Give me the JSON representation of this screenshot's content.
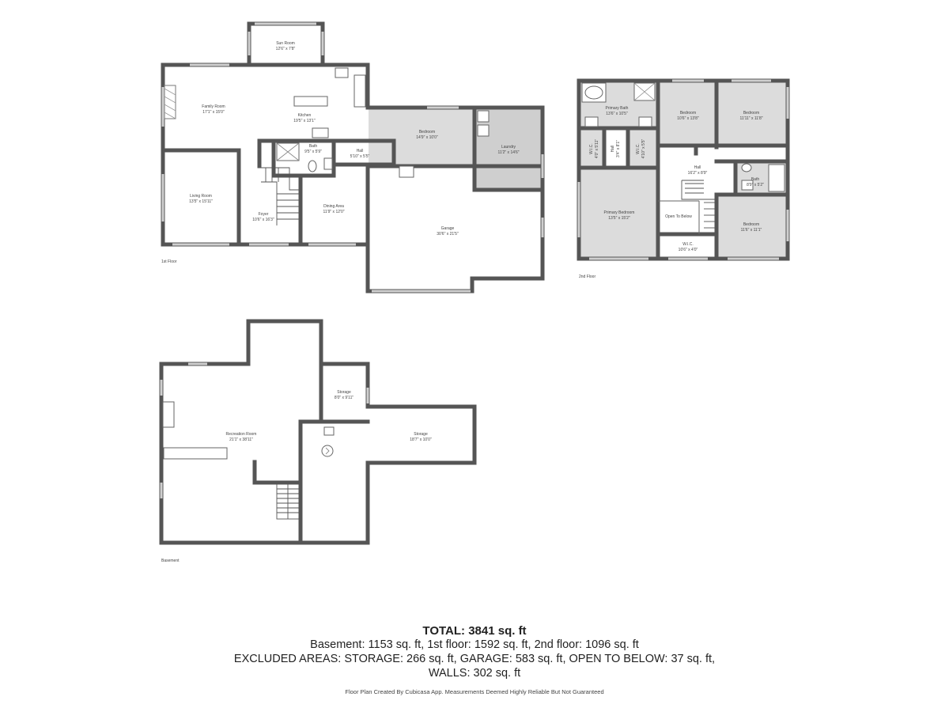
{
  "floors": {
    "first": {
      "label": "1st Floor",
      "rooms": {
        "sun_room": {
          "name": "Sun Room",
          "dims": "12'6\" x 7'8\""
        },
        "family_room": {
          "name": "Family Room",
          "dims": "17'1\" x 15'0\""
        },
        "kitchen": {
          "name": "Kitchen",
          "dims": "19'5\" x 13'1\""
        },
        "bedroom": {
          "name": "Bedroom",
          "dims": "14'9\" x 10'0\""
        },
        "laundry": {
          "name": "Laundry",
          "dims": "11'2\" x 14'6\""
        },
        "bath": {
          "name": "Bath",
          "dims": "9'5\" x 5'9\""
        },
        "hall": {
          "name": "Hall",
          "dims": "5'10\" x 5'5\""
        },
        "living_room": {
          "name": "Living Room",
          "dims": "13'5\" x 15'11\""
        },
        "foyer": {
          "name": "Foyer",
          "dims": "10'6\" x 16'3\""
        },
        "dining_area": {
          "name": "Dining Area",
          "dims": "11'9\" x 12'0\""
        },
        "garage": {
          "name": "Garage",
          "dims": "30'6\" x 21'5\""
        }
      }
    },
    "second": {
      "label": "2nd Floor",
      "rooms": {
        "primary_bath": {
          "name": "Primary Bath",
          "dims": "13'6\" x 10'5\""
        },
        "bedroom_a": {
          "name": "Bedroom",
          "dims": "10'6\" x 13'8\""
        },
        "bedroom_b": {
          "name": "Bedroom",
          "dims": "11'11\" x 11'8\""
        },
        "wic_1": {
          "name": "W.I.C.",
          "dims": "4'0\" x 5'11\""
        },
        "hall_small": {
          "name": "Hall",
          "dims": "3'4\" x 8'1\""
        },
        "wic_2": {
          "name": "W.I.C.",
          "dims": "4'10\" x 5'5\""
        },
        "hall": {
          "name": "Hall",
          "dims": "16'2\" x 8'9\""
        },
        "bath": {
          "name": "Bath",
          "dims": "8'9\" x 5'2\""
        },
        "primary_bedroom": {
          "name": "Primary Bedroom",
          "dims": "13'5\" x 15'2\""
        },
        "open_to_below": {
          "name": "Open To Below",
          "dims": ""
        },
        "bedroom_c": {
          "name": "Bedroom",
          "dims": "11'6\" x 11'1\""
        },
        "wic_3": {
          "name": "W.I.C.",
          "dims": "10'6\" x 4'0\""
        }
      }
    },
    "basement": {
      "label": "Basement",
      "rooms": {
        "recreation_room": {
          "name": "Recreation Room",
          "dims": "21'1\" x 38'11\""
        },
        "storage_a": {
          "name": "Storage",
          "dims": "8'0\" x 9'11\""
        },
        "storage_b": {
          "name": "Storage",
          "dims": "18'7\" x 10'0\""
        }
      }
    }
  },
  "summary": {
    "total": "TOTAL: 3841 sq. ft",
    "line1": "Basement: 1153 sq. ft, 1st floor: 1592 sq. ft, 2nd floor: 1096 sq. ft",
    "line2": "EXCLUDED AREAS: STORAGE: 266 sq. ft, GARAGE: 583 sq. ft, OPEN TO BELOW: 37 sq. ft,",
    "line3": "WALLS: 302 sq. ft",
    "credit": "Floor Plan Created By Cubicasa App. Measurements Deemed Highly Reliable But Not Guaranteed"
  },
  "colors": {
    "wall": "#555555",
    "shaded_room": "#dcdcdc",
    "background": "#ffffff"
  }
}
